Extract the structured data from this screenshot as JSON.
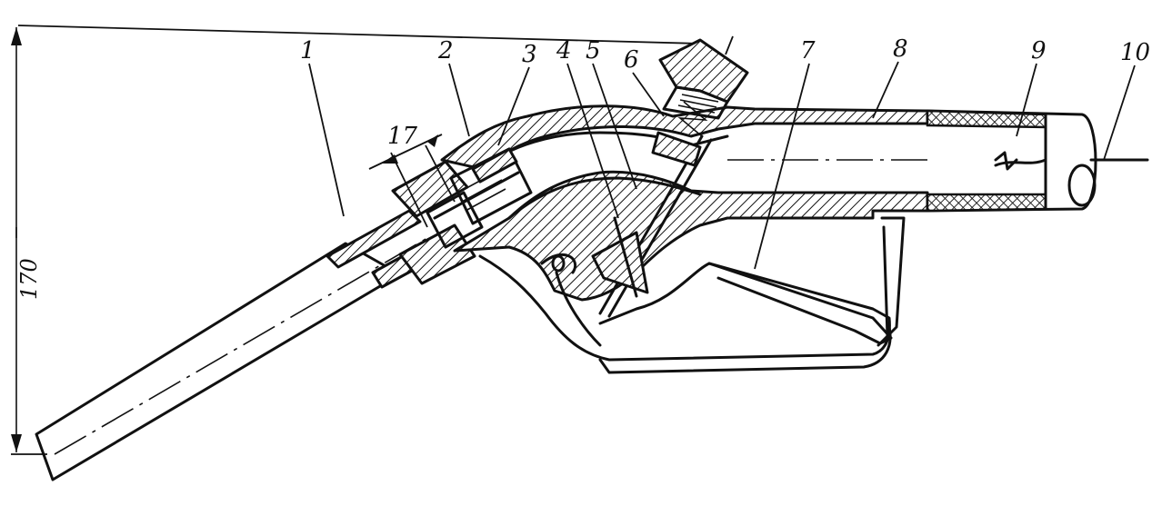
{
  "callouts": [
    {
      "id": "1",
      "text": "1"
    },
    {
      "id": "2",
      "text": "2"
    },
    {
      "id": "3",
      "text": "3"
    },
    {
      "id": "4",
      "text": "4"
    },
    {
      "id": "5",
      "text": "5"
    },
    {
      "id": "6",
      "text": "6"
    },
    {
      "id": "7",
      "text": "7"
    },
    {
      "id": "8",
      "text": "8"
    },
    {
      "id": "9",
      "text": "9"
    },
    {
      "id": "10",
      "text": "10"
    },
    {
      "id": "17",
      "text": "17"
    }
  ],
  "dimension": {
    "overall_height": "170"
  }
}
